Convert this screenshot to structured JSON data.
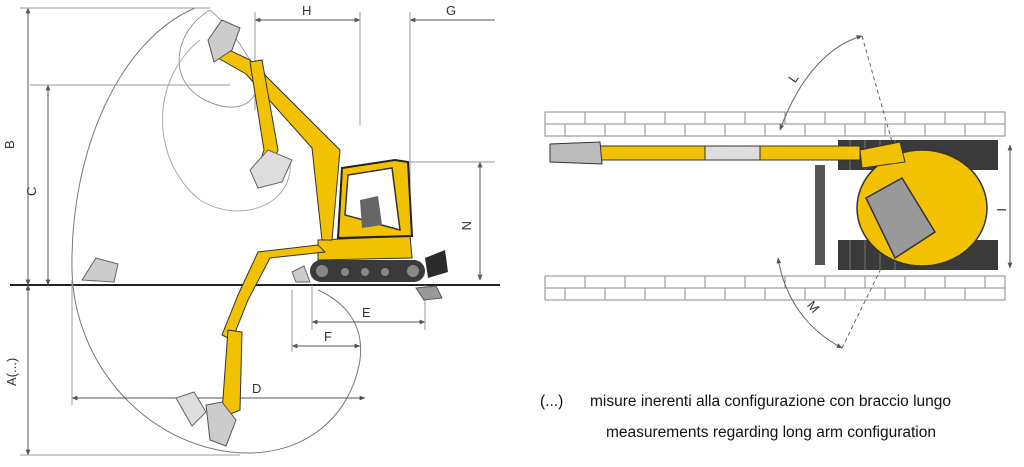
{
  "colors": {
    "machine_yellow": "#f2c200",
    "machine_dark": "#2b2b2b",
    "dimension_line": "#555555",
    "wall_grey": "#8a8a8a"
  },
  "side_view": {
    "dimension_labels": {
      "A": "A(...)",
      "B": "B",
      "C": "C",
      "D": "D",
      "E": "E",
      "F": "F",
      "G": "G",
      "H": "H",
      "N": "N"
    }
  },
  "top_view": {
    "dimension_labels": {
      "I": "I",
      "L": "L",
      "M": "M"
    }
  },
  "notes": {
    "paren": "(...)",
    "italian": "misure inerenti alla configurazione con braccio lungo",
    "english": "measurements regarding long arm  configuration"
  }
}
